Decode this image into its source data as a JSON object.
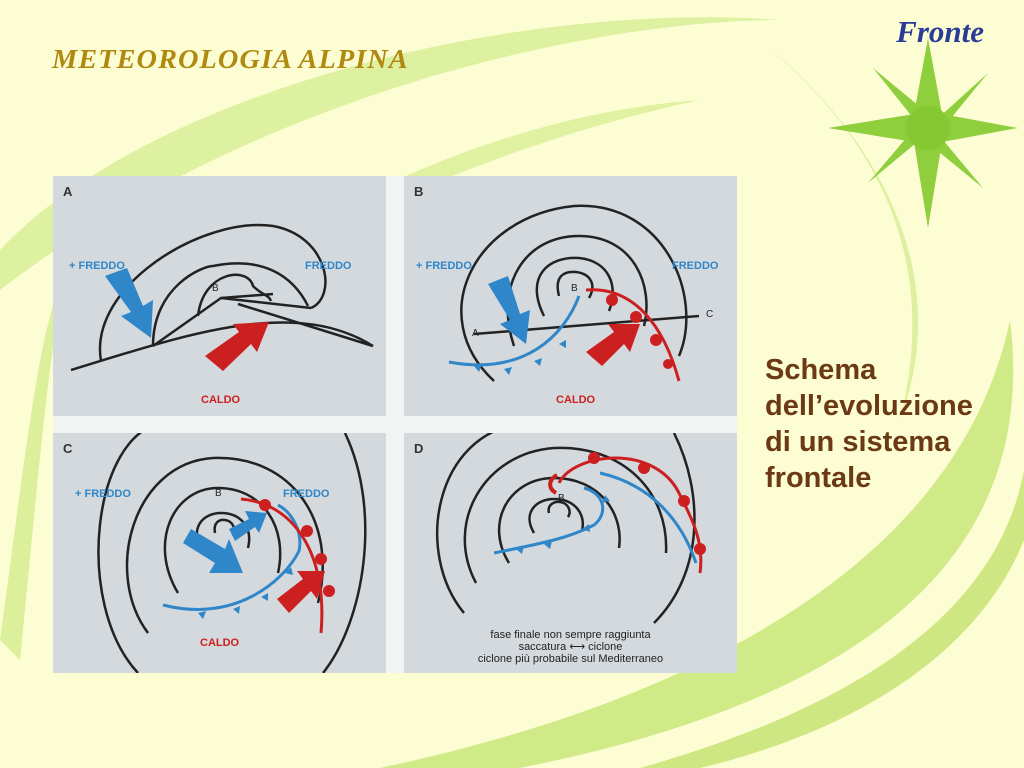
{
  "slide": {
    "title": "METEOROLOGIA ALPINA",
    "corner_title": "Fronte",
    "description": [
      "Schema",
      "dell’evoluzione",
      "di un sistema",
      "frontale"
    ]
  },
  "figure": {
    "panels": [
      {
        "id": "A",
        "labels": {
          "cold_more": "+ FREDDO",
          "cold": "FREDDO",
          "warm": "CALDO",
          "low": "B"
        }
      },
      {
        "id": "B",
        "labels": {
          "cold_more": "+ FREDDO",
          "cold": "FREDDO",
          "warm": "CALDO",
          "low": "B",
          "section_start": "A",
          "section_end": "C"
        }
      },
      {
        "id": "C",
        "labels": {
          "cold_more": "+ FREDDO",
          "cold": "FREDDO",
          "warm": "CALDO",
          "low": "B"
        }
      },
      {
        "id": "D",
        "labels": {
          "low": "B"
        },
        "caption": {
          "line1": "fase finale non sempre raggiunta",
          "line2_left": "saccatura",
          "line2_right": "ciclone",
          "line3": "ciclone più probabile sul Mediterraneo"
        }
      }
    ]
  },
  "colors": {
    "cold": "#2f86c8",
    "warm": "#cc1f1f",
    "title": "#b08a10",
    "corner_title": "#2a3c96",
    "description": "#6b3a14",
    "swoosh": "#c9e67a"
  },
  "icons": [
    "star-icon",
    "cold-air-arrow-icon",
    "warm-air-arrow-icon"
  ]
}
